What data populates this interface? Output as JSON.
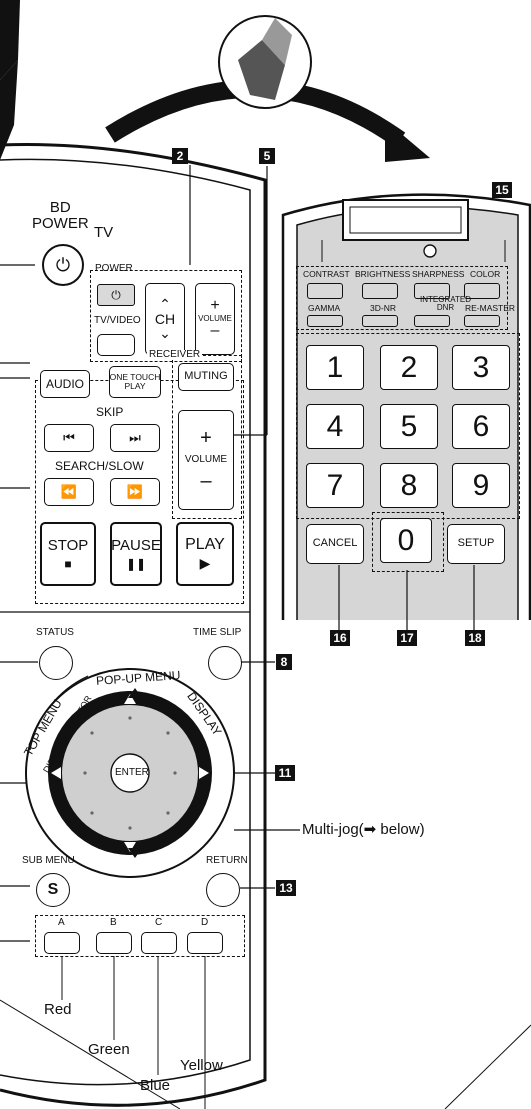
{
  "remote_main": {
    "bd_power": "BD\nPOWER",
    "tv_label": "TV",
    "tv_power": "POWER",
    "ch": "CH",
    "volume_tv": "VOLUME",
    "tv_video": "TV/VIDEO",
    "receiver": "RECEIVER",
    "audio": "AUDIO",
    "one_touch_play": "ONE TOUCH\nPLAY",
    "muting": "MUTING",
    "skip": "SKIP",
    "search_slow": "SEARCH/SLOW",
    "volume_rcv": "VOLUME",
    "stop": "STOP",
    "pause": "PAUSE",
    "play": "PLAY",
    "status": "STATUS",
    "time_slip": "TIME SLIP",
    "pop_up_menu": "POP-UP MENU",
    "top_menu": "TOP MENU",
    "direct_navigator": "DIRECT NAVIGATOR",
    "display": "DISPLAY",
    "enter": "ENTER",
    "sub_menu": "SUB MENU",
    "sub_menu_s": "S",
    "return": "RETURN",
    "color_keys": [
      "A",
      "B",
      "C",
      "D"
    ],
    "color_names": [
      "Red",
      "Green",
      "Blue",
      "Yellow"
    ]
  },
  "remote_panel": {
    "row1": [
      "CONTRAST",
      "BRIGHTNESS",
      "SHARPNESS",
      "COLOR"
    ],
    "row2": [
      "GAMMA",
      "3D-NR",
      "INTEGRATED\nDNR",
      "RE-MASTER"
    ],
    "digits": [
      "1",
      "2",
      "3",
      "4",
      "5",
      "6",
      "7",
      "8",
      "9",
      "0"
    ],
    "cancel": "CANCEL",
    "setup": "SETUP"
  },
  "callouts": {
    "c2": "2",
    "c5": "5",
    "c8": "8",
    "c11": "11",
    "c13": "13",
    "c15": "15",
    "c16": "16",
    "c17": "17",
    "c18": "18"
  },
  "multi_jog_label": "Multi-jog(➡ below)"
}
